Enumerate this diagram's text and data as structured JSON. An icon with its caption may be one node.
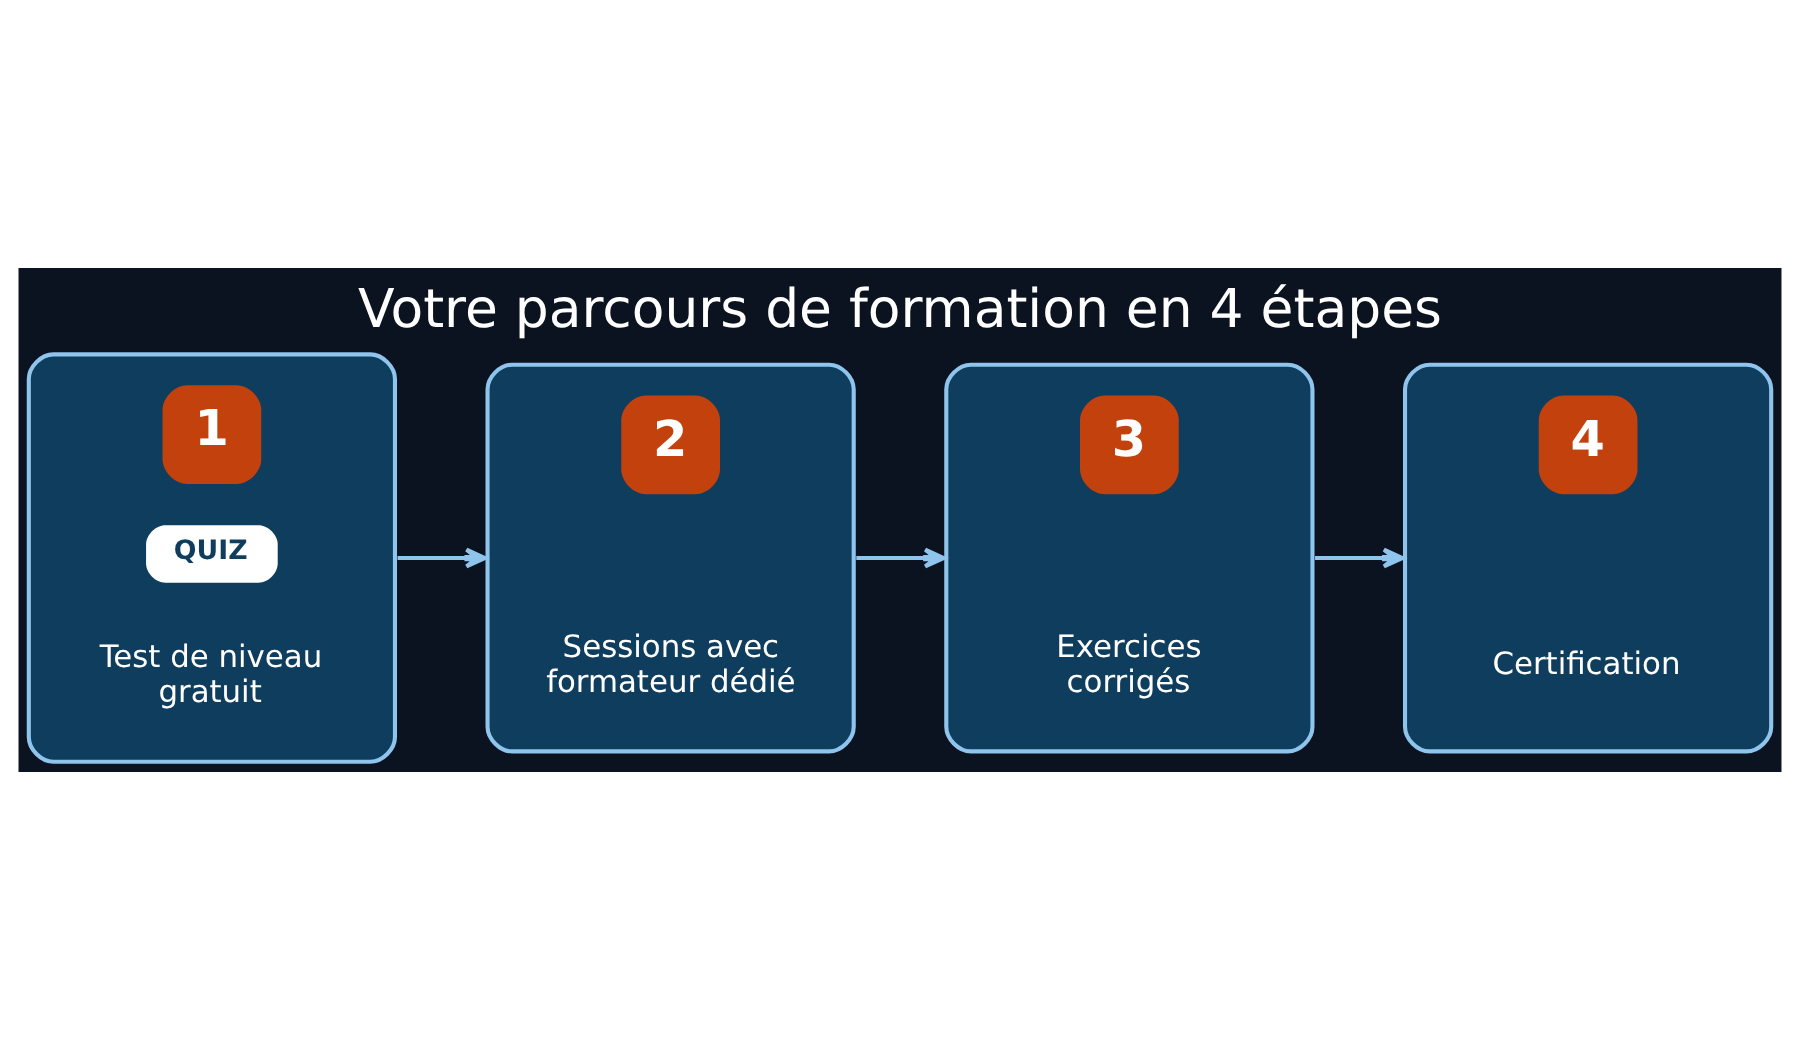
{
  "diagram": {
    "title": "Votre parcours de formation en 4 étapes",
    "nodes": [
      {
        "text": [
          "1",
          "QUIZ",
          "Test de niveau gratuit"
        ]
      },
      {
        "text": [
          "2",
          "Sessions avec formateur dédié"
        ]
      },
      {
        "text": [
          "3",
          "Exercices corrigés"
        ]
      },
      {
        "text": [
          "4",
          "Certification"
        ]
      }
    ],
    "edges": [
      {
        "from": 0,
        "to": 1,
        "arrow": "to"
      },
      {
        "from": 1,
        "to": 2,
        "arrow": "to"
      },
      {
        "from": 2,
        "to": 3,
        "arrow": "to"
      }
    ]
  }
}
